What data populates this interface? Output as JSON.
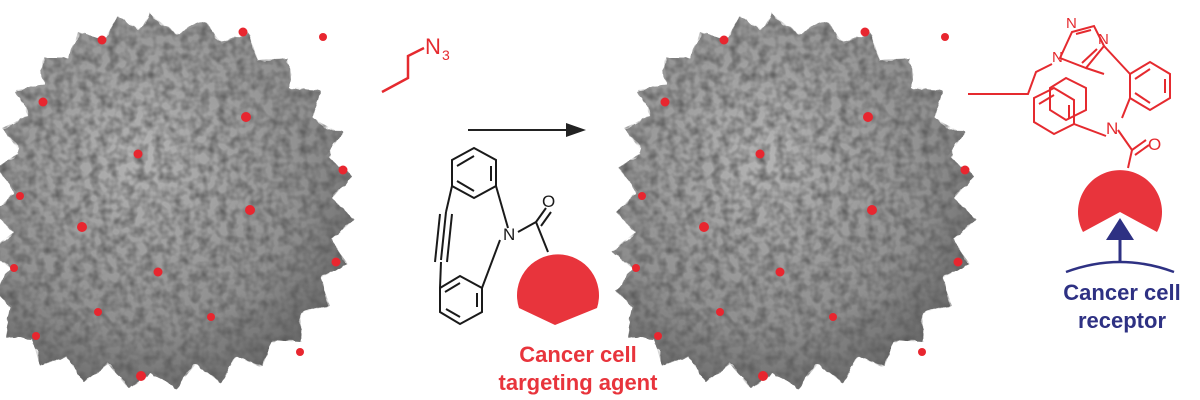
{
  "labels": {
    "azide_atom": "N",
    "azide_subscript": "3",
    "carbonyl_o_left": "O",
    "amide_n_left": "N",
    "triazole_n1": "N",
    "triazole_n2": "N",
    "triazole_n3": "N",
    "amide_n_right": "N",
    "carbonyl_o_right": "O",
    "agent_line1": "Cancer cell",
    "agent_line2": "targeting agent",
    "receptor_line1": "Cancer cell",
    "receptor_line2": "receptor"
  },
  "colors": {
    "capsid_surface": "#8f8f8f",
    "capsid_highlight": "#c8c8c8",
    "capsid_shadow": "#5e5e5e",
    "site_red": "#e8262f",
    "agent_red": "#e8343c",
    "linker_red": "#e52a2f",
    "receptor_navy": "#2e3183",
    "structure_black": "#1a1a1a"
  }
}
